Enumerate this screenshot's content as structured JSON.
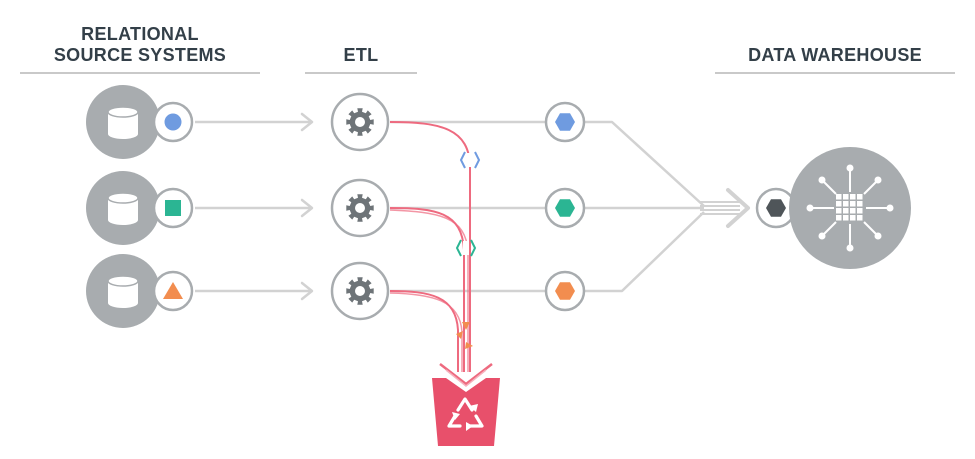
{
  "headers": {
    "sources": "RELATIONAL\nSOURCE SYSTEMS",
    "etl": "ETL",
    "warehouse": "DATA WAREHOUSE"
  },
  "colors": {
    "blue": "#6f9be0",
    "green": "#2bb593",
    "orange": "#f28d4f",
    "gray_circle": "#a8acaf",
    "dark_node": "#4f5559",
    "gear": "#6e7478",
    "line": "#d2d2d2",
    "reject_line": "#ee6a7f",
    "bin": "#e8506b"
  },
  "rows": [
    {
      "source_icon": "database-icon",
      "shape": "circle",
      "color": "blue",
      "transform_shape": "hexagon"
    },
    {
      "source_icon": "database-icon",
      "shape": "square",
      "color": "green",
      "transform_shape": "hexagon"
    },
    {
      "source_icon": "database-icon",
      "shape": "triangle",
      "color": "orange",
      "transform_shape": "hexagon"
    }
  ],
  "etl_icon": "gear-icon",
  "warehouse_icon": "warehouse-grid-icon",
  "reject_icon": "recycle-bin-icon"
}
